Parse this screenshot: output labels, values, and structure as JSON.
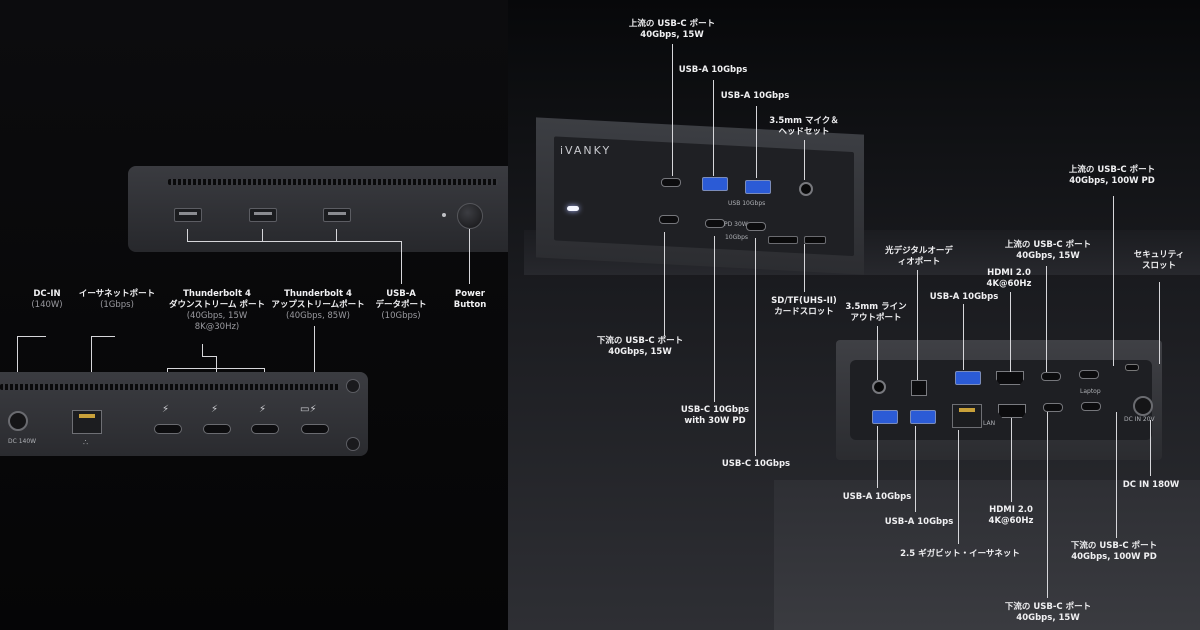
{
  "brand": "iVANKY",
  "left_top_labels": {
    "usb_a": {
      "title": "USB-A",
      "line2": "データポート",
      "sub": "(10Gbps)"
    },
    "power": {
      "line1": "Power",
      "line2": "Button"
    }
  },
  "left_bottom_labels": {
    "dc_in": {
      "title": "DC-IN",
      "sub": "(140W)"
    },
    "ethernet": {
      "title": "イーサネットポート",
      "sub": "(1Gbps)"
    },
    "tb4_down": {
      "title": "Thunderbolt 4",
      "line2": "ダウンストリーム ポート",
      "sub": "(40Gbps, 15W",
      "sub2": "8K@30Hz)"
    },
    "tb4_up": {
      "title": "Thunderbolt 4",
      "line2": "アップストリームポート",
      "sub": "(40Gbps, 85W)"
    }
  },
  "left_device_marks": {
    "dc_text": "DC 140W"
  },
  "right_labels": {
    "upstream_front": {
      "l1": "上流の USB-C ポート",
      "l2": "40Gbps, 15W"
    },
    "usba1": "USB-A 10Gbps",
    "usba2": "USB-A 10Gbps",
    "mic": {
      "l1": "3.5mm マイク＆",
      "l2": "ヘッドセット"
    },
    "downstream_front": {
      "l1": "下流の USB-C ポート",
      "l2": "40Gbps, 15W"
    },
    "usbc_30w": {
      "l1": "USB-C 10Gbps",
      "l2": "with 30W PD"
    },
    "usbc_front": "USB-C 10Gbps",
    "sd": {
      "l1": "SD/TF(UHS-II)",
      "l2": "カードスロット"
    },
    "optical": {
      "l1": "光デジタルオーデ",
      "l2": "ィオポート"
    },
    "line_out": {
      "l1": "3.5mm ライン",
      "l2": "アウトポート"
    },
    "usba_rear_top": "USB-A 10Gbps",
    "hdmi_top": {
      "l1": "HDMI 2.0",
      "l2": "4K@60Hz"
    },
    "upstream_rear": {
      "l1": "上流の USB-C ポート",
      "l2": "40Gbps, 15W"
    },
    "upstream_pd": {
      "l1": "上流の USB-C ポート",
      "l2": "40Gbps, 100W PD"
    },
    "security": {
      "l1": "セキュリティ",
      "l2": "スロット"
    },
    "usba_rear_b1": "USB-A 10Gbps",
    "usba_rear_b2": "USB-A 10Gbps",
    "ethernet_25": "2.5 ギガビット・イーサネット",
    "hdmi_bottom": {
      "l1": "HDMI 2.0",
      "l2": "4K@60Hz"
    },
    "downstream_rear": {
      "l1": "下流の USB-C ポート",
      "l2": "40Gbps, 15W"
    },
    "downstream_pd": {
      "l1": "下流の USB-C ポート",
      "l2": "40Gbps, 100W PD"
    },
    "dc_in": "DC IN 180W"
  },
  "device_marks": {
    "usb10": "USB 10Gbps",
    "pd30": "PD 30W",
    "gbps10": "10Gbps",
    "lan": "LAN",
    "laptop": "Laptop",
    "dcin": "DC IN 20V"
  }
}
